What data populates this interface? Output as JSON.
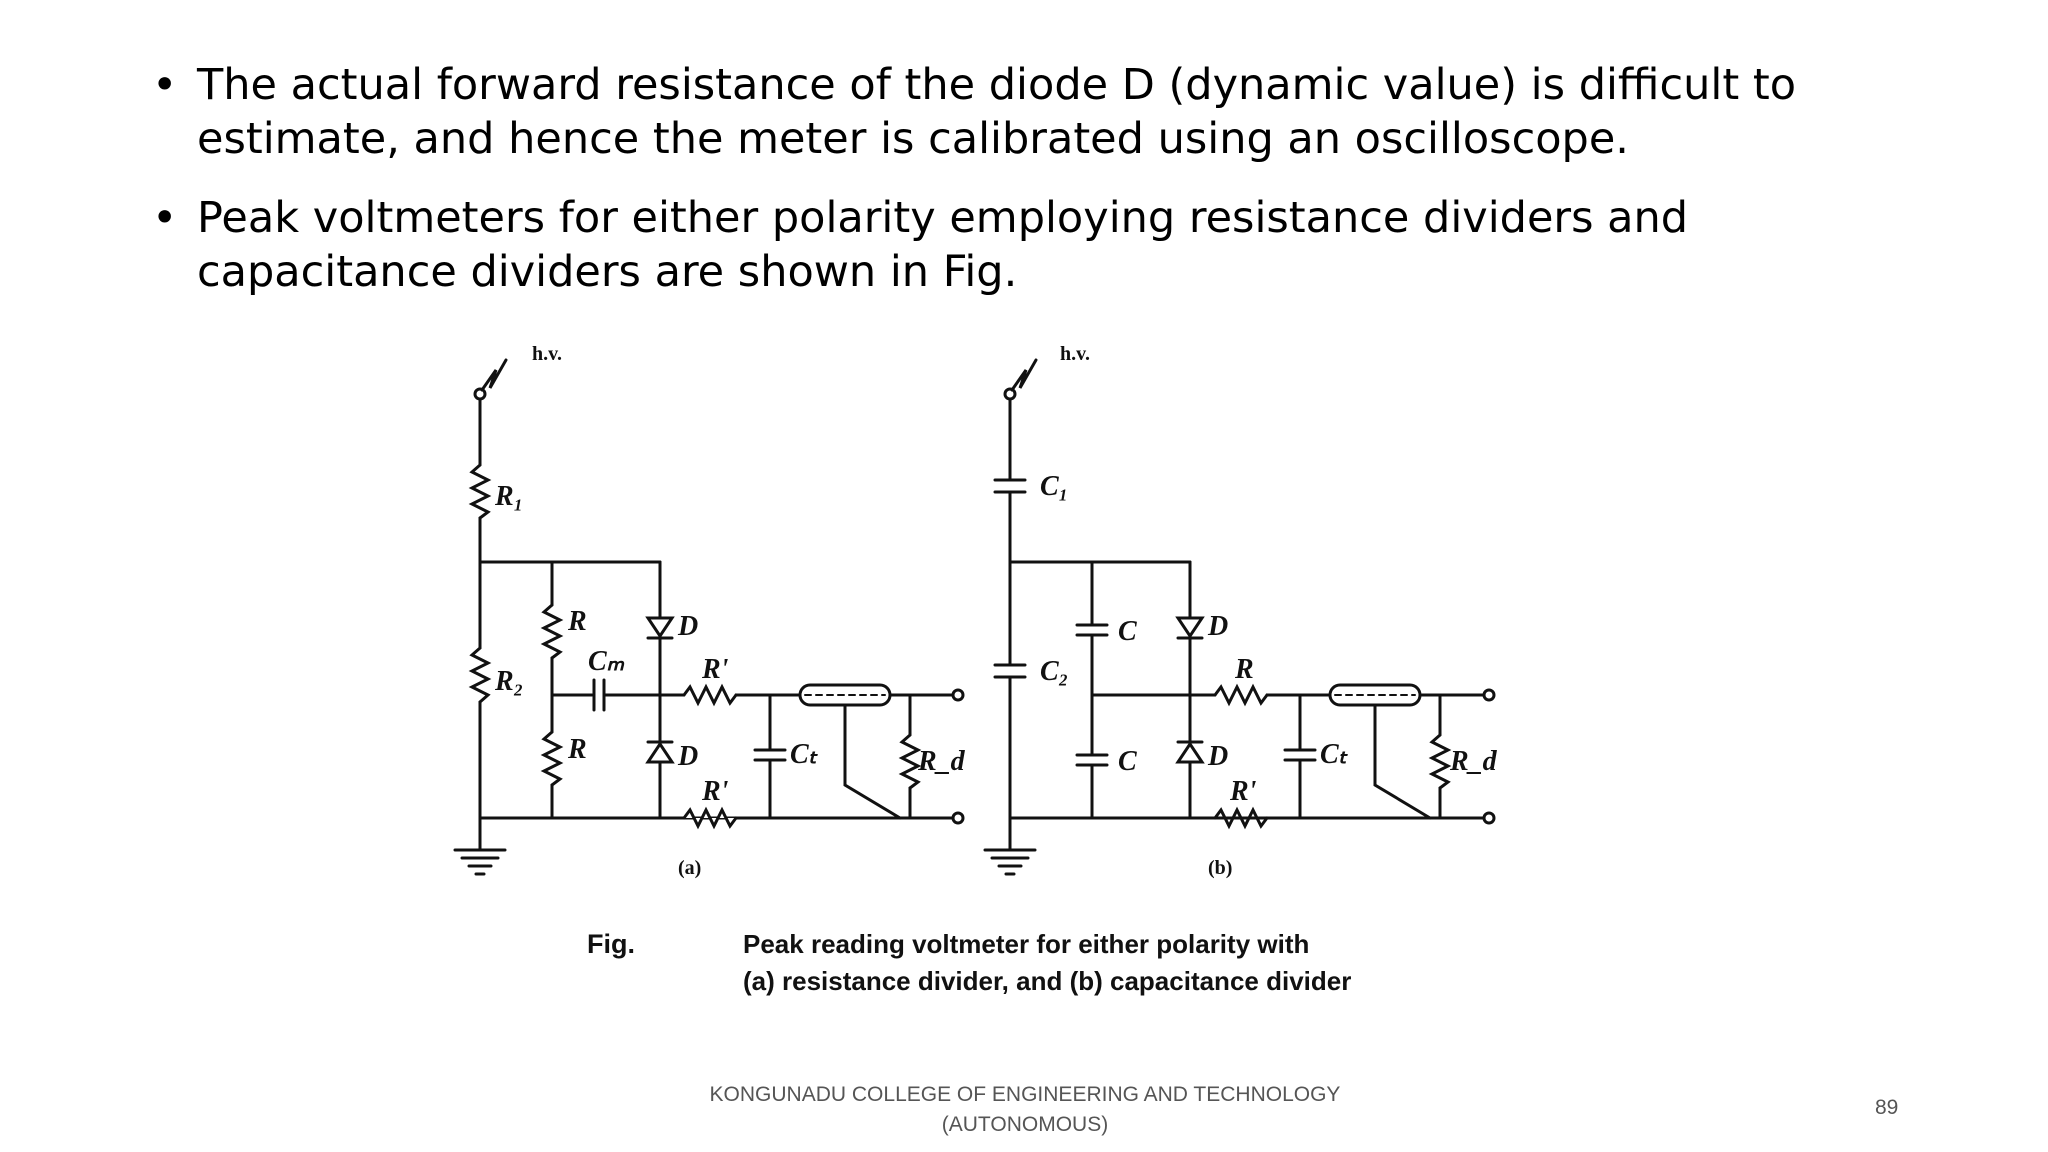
{
  "bullets": [
    "The actual forward resistance of the diode D (dynamic value) is difficult to estimate, and hence the meter is calibrated using an oscilloscope.",
    "Peak voltmeters for either polarity employing resistance dividers and capacitance dividers are shown in Fig."
  ],
  "bullet_symbol": "•",
  "figure": {
    "labels": {
      "hv": "h.v.",
      "R1": "R₁",
      "R2": "R₂",
      "R": "R",
      "Cm": "Cₘ",
      "D": "D",
      "Rp": "R'",
      "Ct": "Cₜ",
      "Rd": "R_d",
      "C1": "C₁",
      "C2": "C₂",
      "C": "C",
      "a": "(a)",
      "b": "(b)"
    },
    "caption_label": "Fig.",
    "caption_line1": "Peak reading voltmeter for either polarity with",
    "caption_line2": "(a) resistance divider, and (b) capacitance divider"
  },
  "footer": {
    "line1": "KONGUNADU COLLEGE OF ENGINEERING AND TECHNOLOGY",
    "line2": "(AUTONOMOUS)"
  },
  "page_number": "89"
}
